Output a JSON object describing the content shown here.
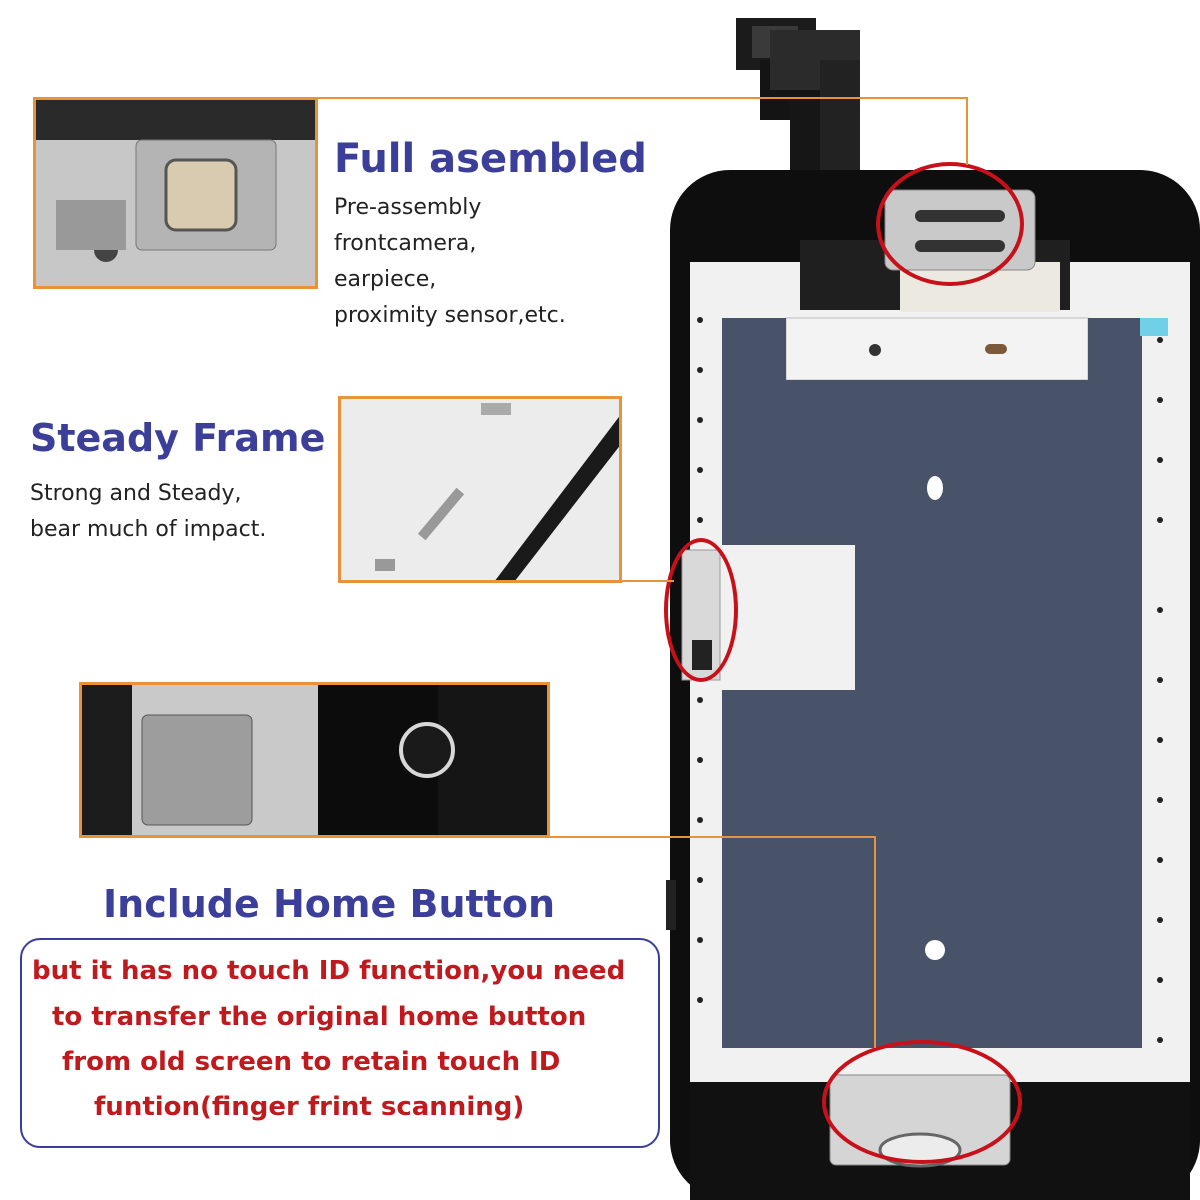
{
  "sections": {
    "assembled": {
      "title": "Full asembled",
      "lines": [
        "Pre-assembly",
        "frontcamera,",
        "earpiece,",
        "proximity sensor,etc."
      ]
    },
    "frame": {
      "title": "Steady Frame",
      "lines": [
        "Strong and Steady,",
        "bear much of impact."
      ]
    },
    "home": {
      "title": "Include Home Button",
      "notice": [
        "but it has no touch ID function,you need",
        "to transfer the original home button",
        "from old screen to retain touch ID",
        "funtion(finger frint scanning)"
      ]
    }
  },
  "colors": {
    "heading": "#3b3f9a",
    "notice_text": "#c0191e",
    "callout_line": "#e8923a",
    "highlight_ring": "#c8101a",
    "notice_border": "#3b3f9a",
    "panel_shield": "#48536a"
  }
}
